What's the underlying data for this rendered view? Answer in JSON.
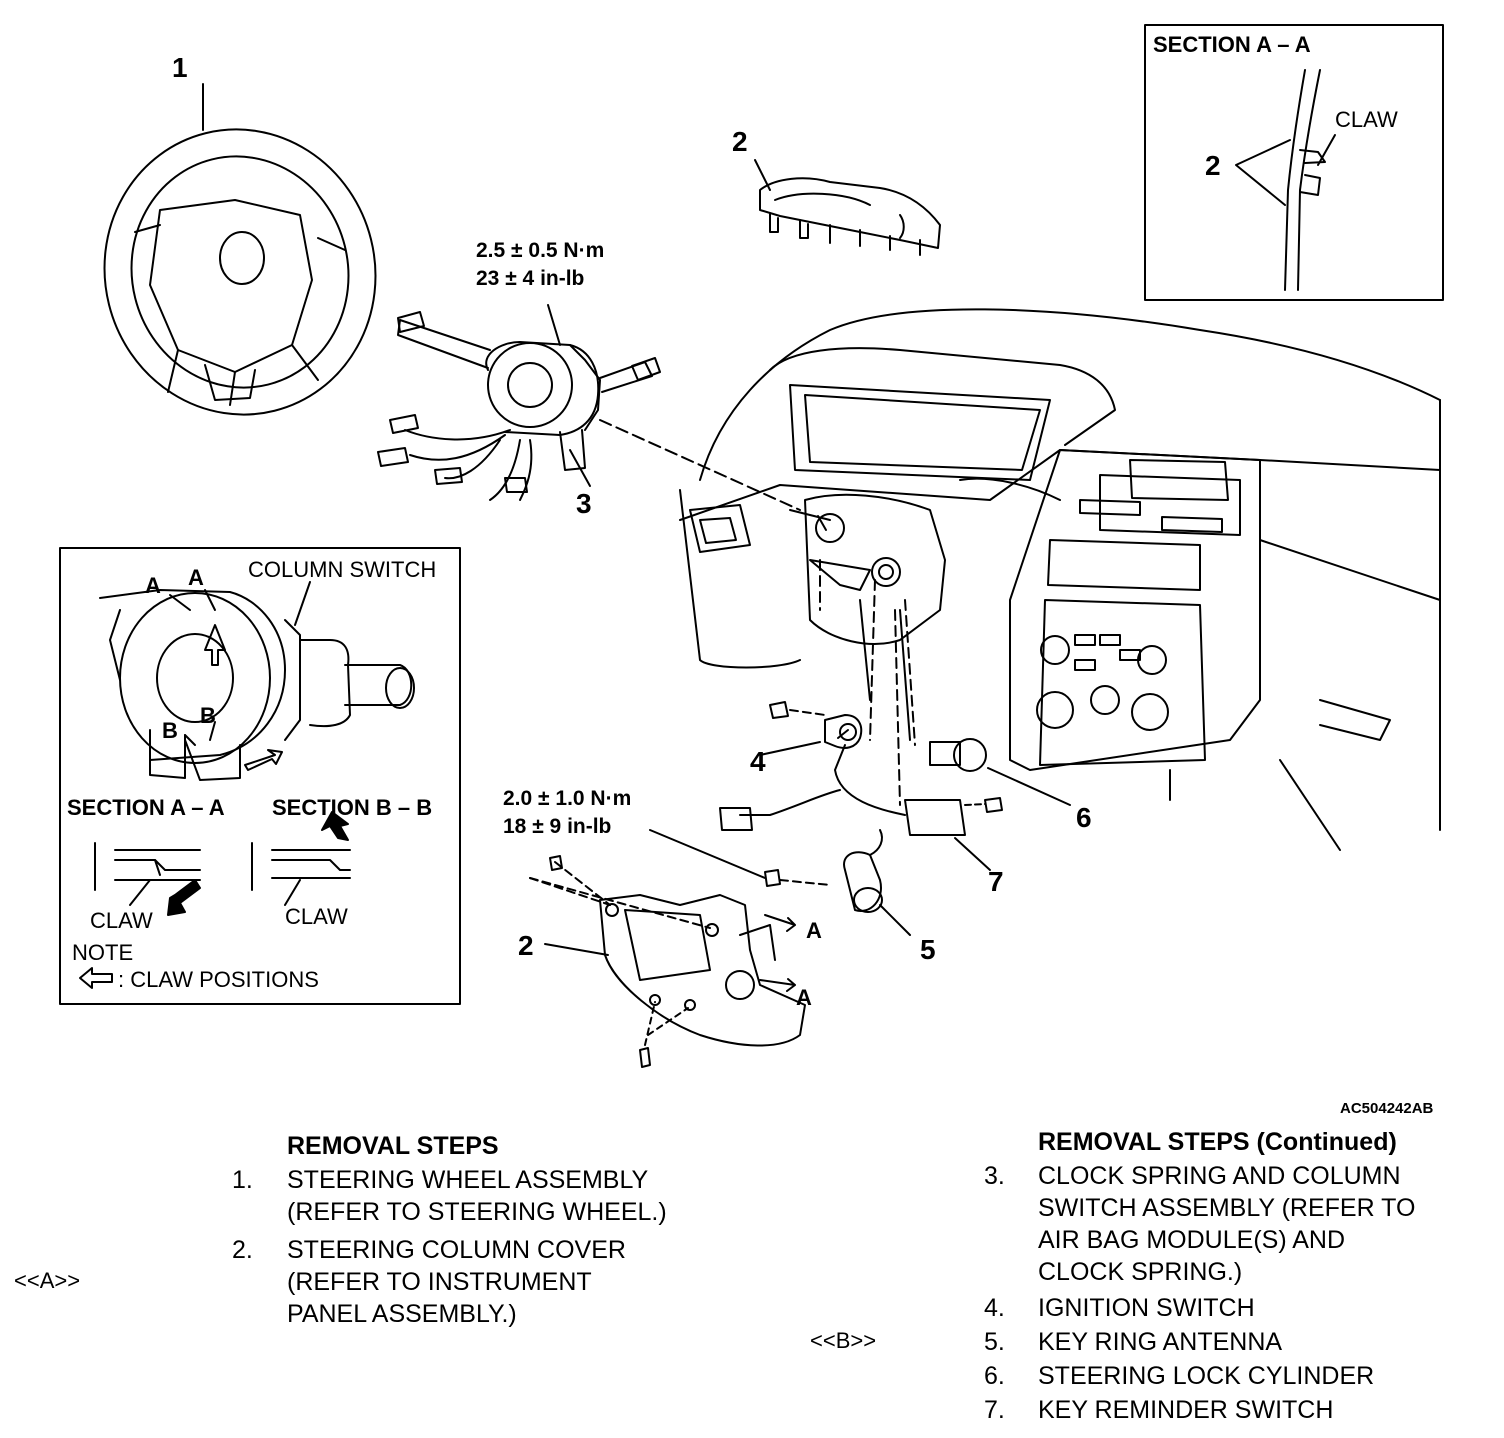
{
  "callouts": {
    "steering_wheel": "1",
    "cover_upper": "2",
    "cover_lower": "2",
    "clock_spring": "3",
    "ignition_switch": "4",
    "key_ring_antenna": "5",
    "lock_cylinder": "6",
    "key_reminder_switch": "7"
  },
  "torque_clock_spring": {
    "nm": "2.5 ± 0.5 N·m",
    "inlb": "23 ± 4 in-lb"
  },
  "torque_ignition": {
    "nm": "2.0 ± 1.0 N·m",
    "inlb": "18 ± 9 in-lb"
  },
  "section_marker_a": "A",
  "inset_section_aa": {
    "title": "SECTION A – A",
    "claw": "CLAW",
    "part": "2"
  },
  "inset_column_switch": {
    "label": "COLUMN SWITCH",
    "marker_a": "A",
    "marker_b": "B",
    "section_aa": "SECTION A – A",
    "section_bb": "SECTION B – B",
    "claw": "CLAW",
    "note": "NOTE",
    "claw_positions": ": CLAW POSITIONS"
  },
  "figure_id": "AC504242AB",
  "removal_steps": {
    "title": "REMOVAL STEPS",
    "steps": [
      {
        "num": "1.",
        "lines": [
          "STEERING WHEEL ASSEMBLY",
          "(REFER TO STEERING WHEEL.)"
        ]
      },
      {
        "num": "2.",
        "lines": [
          "STEERING COLUMN COVER",
          "(REFER TO INSTRUMENT",
          "PANEL ASSEMBLY.)"
        ]
      }
    ],
    "ref_a": "<<A>>"
  },
  "removal_steps_cont": {
    "title": "REMOVAL STEPS (Continued)",
    "steps": [
      {
        "num": "3.",
        "lines": [
          "CLOCK SPRING AND COLUMN",
          "SWITCH ASSEMBLY (REFER TO",
          "AIR BAG MODULE(S)  AND",
          "CLOCK SPRING.)"
        ]
      },
      {
        "num": "4.",
        "lines": [
          "IGNITION SWITCH"
        ]
      },
      {
        "num": "5.",
        "lines": [
          "KEY RING ANTENNA"
        ]
      },
      {
        "num": "6.",
        "lines": [
          "STEERING LOCK CYLINDER"
        ]
      },
      {
        "num": "7.",
        "lines": [
          "KEY REMINDER SWITCH"
        ]
      }
    ],
    "ref_b": "<<B>>"
  },
  "colors": {
    "ink": "#000000",
    "paper": "#ffffff"
  }
}
